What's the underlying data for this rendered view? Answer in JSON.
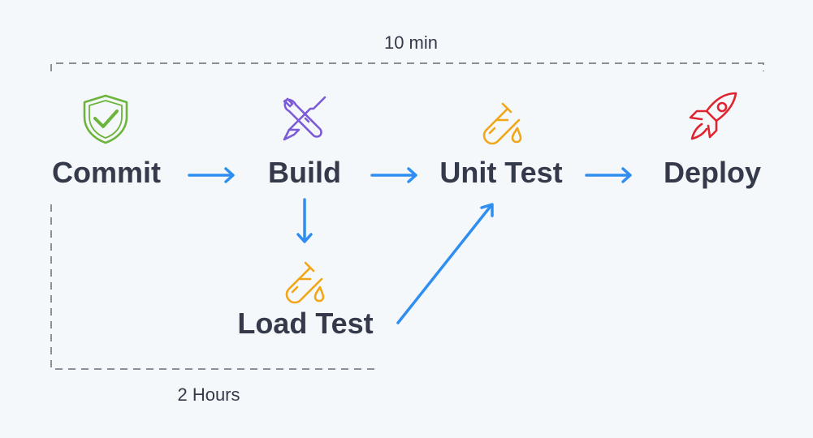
{
  "durations": {
    "top": "10 min",
    "bottom": "2 Hours"
  },
  "stages": {
    "commit": {
      "label": "Commit",
      "icon": "shield-check-icon",
      "color": "#6db43c"
    },
    "build": {
      "label": "Build",
      "icon": "wrench-screwdriver-icon",
      "color": "#7b5bd6"
    },
    "unit_test": {
      "label": "Unit Test",
      "icon": "test-tube-icon",
      "color": "#f2a516"
    },
    "deploy": {
      "label": "Deploy",
      "icon": "rocket-icon",
      "color": "#e0242f"
    },
    "load_test": {
      "label": "Load Test",
      "icon": "test-tube-icon",
      "color": "#f2a516"
    }
  },
  "colors": {
    "text": "#353a4b",
    "arrow": "#2f8ef0",
    "bracket": "#8a8f98"
  }
}
